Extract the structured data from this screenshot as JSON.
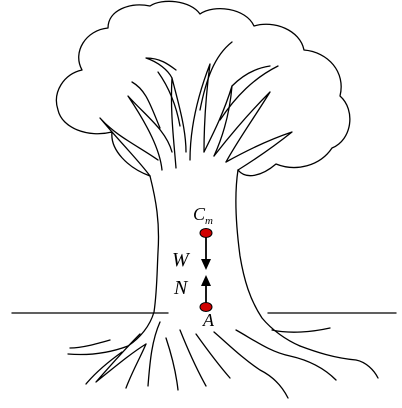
{
  "figure": {
    "center_of_mass_label": "C",
    "center_of_mass_subscript": "m",
    "weight_label": "W",
    "normal_force_label": "N",
    "contact_point_label": "A"
  },
  "colors": {
    "point_fill": "#d00000",
    "ink": "#000000",
    "background": "#ffffff"
  }
}
